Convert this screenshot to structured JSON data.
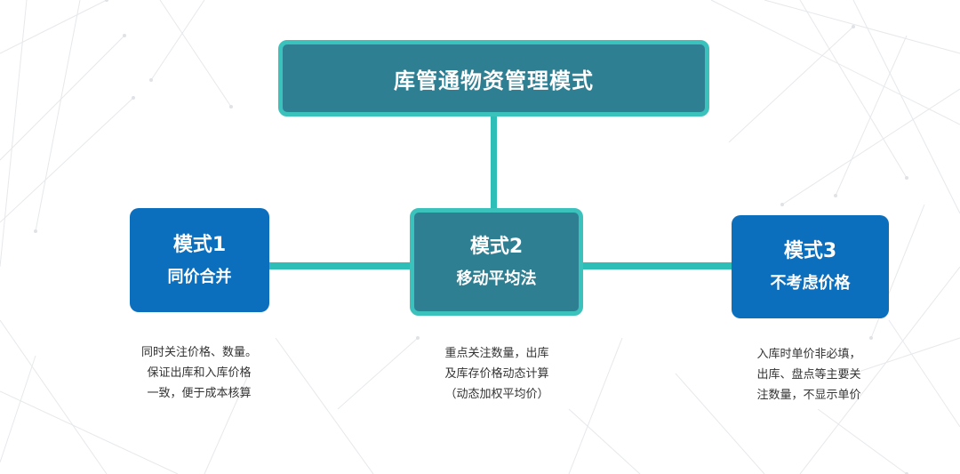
{
  "title": "库管通物资管理模式",
  "modes": [
    {
      "title": "模式1",
      "subtitle": "同价合并",
      "description": [
        "同时关注价格、数量。",
        "保证出库和入库价格",
        "一致，便于成本核算"
      ]
    },
    {
      "title": "模式2",
      "subtitle": "移动平均法",
      "description": [
        "重点关注数量，出库",
        "及库存价格动态计算",
        "（动态加权平均价）"
      ]
    },
    {
      "title": "模式3",
      "subtitle": "不考虑价格",
      "description": [
        "入库时单价非必填，",
        "出库、盘点等主要关",
        "注数量，不显示单价"
      ]
    }
  ],
  "colors": {
    "primary_blue": "#0b6fbe",
    "teal_fill": "#2f7f93",
    "teal_border": "#3cc2bd",
    "connector": "#2ebeb8"
  }
}
